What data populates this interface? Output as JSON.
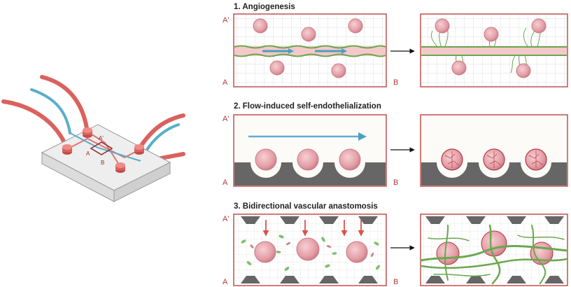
{
  "chip": {
    "label_a_prime": "A'",
    "label_a": "A",
    "label_b": "B"
  },
  "panels": [
    {
      "title": "1.  Angiogenesis",
      "label_a_prime": "A'",
      "label_a": "A",
      "label_b": "B"
    },
    {
      "title": "2. Flow-induced self-endothelialization",
      "label_a_prime": "A'",
      "label_a": "A",
      "label_b": "B"
    },
    {
      "title": "3. Bidirectional vascular anastomosis",
      "label_a_prime": "A'",
      "label_a": "A",
      "label_b": "B"
    }
  ],
  "colors": {
    "frame": "#c0504d",
    "tube": "#d9625f",
    "tube_blue": "#5aaec8",
    "flow_arrow": "#4a9fc4",
    "vessel_green": "#6aa84f",
    "spheroid": "#e8a9b0",
    "substrate": "#666666",
    "red_arrow": "#d9534f"
  }
}
